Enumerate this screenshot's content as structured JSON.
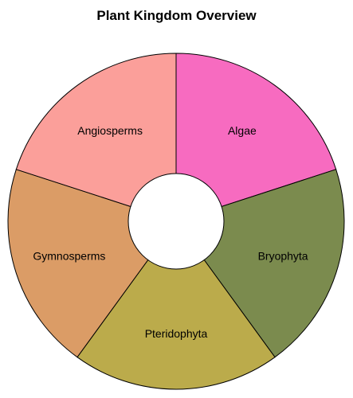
{
  "chart_data": {
    "type": "pie",
    "title": "Plant Kingdom Overview",
    "donut": true,
    "slices": [
      {
        "label": "Algae",
        "value": 20,
        "color": "#f76bc0"
      },
      {
        "label": "Bryophyta",
        "value": 20,
        "color": "#7b8b4e"
      },
      {
        "label": "Pteridophyta",
        "value": 20,
        "color": "#bbab4b"
      },
      {
        "label": "Gymnosperms",
        "value": 20,
        "color": "#db9c66"
      },
      {
        "label": "Angiosperms",
        "value": 20,
        "color": "#fb9f9a"
      }
    ],
    "start_angle": "12 o'clock",
    "direction": "clockwise",
    "legend": "none"
  }
}
